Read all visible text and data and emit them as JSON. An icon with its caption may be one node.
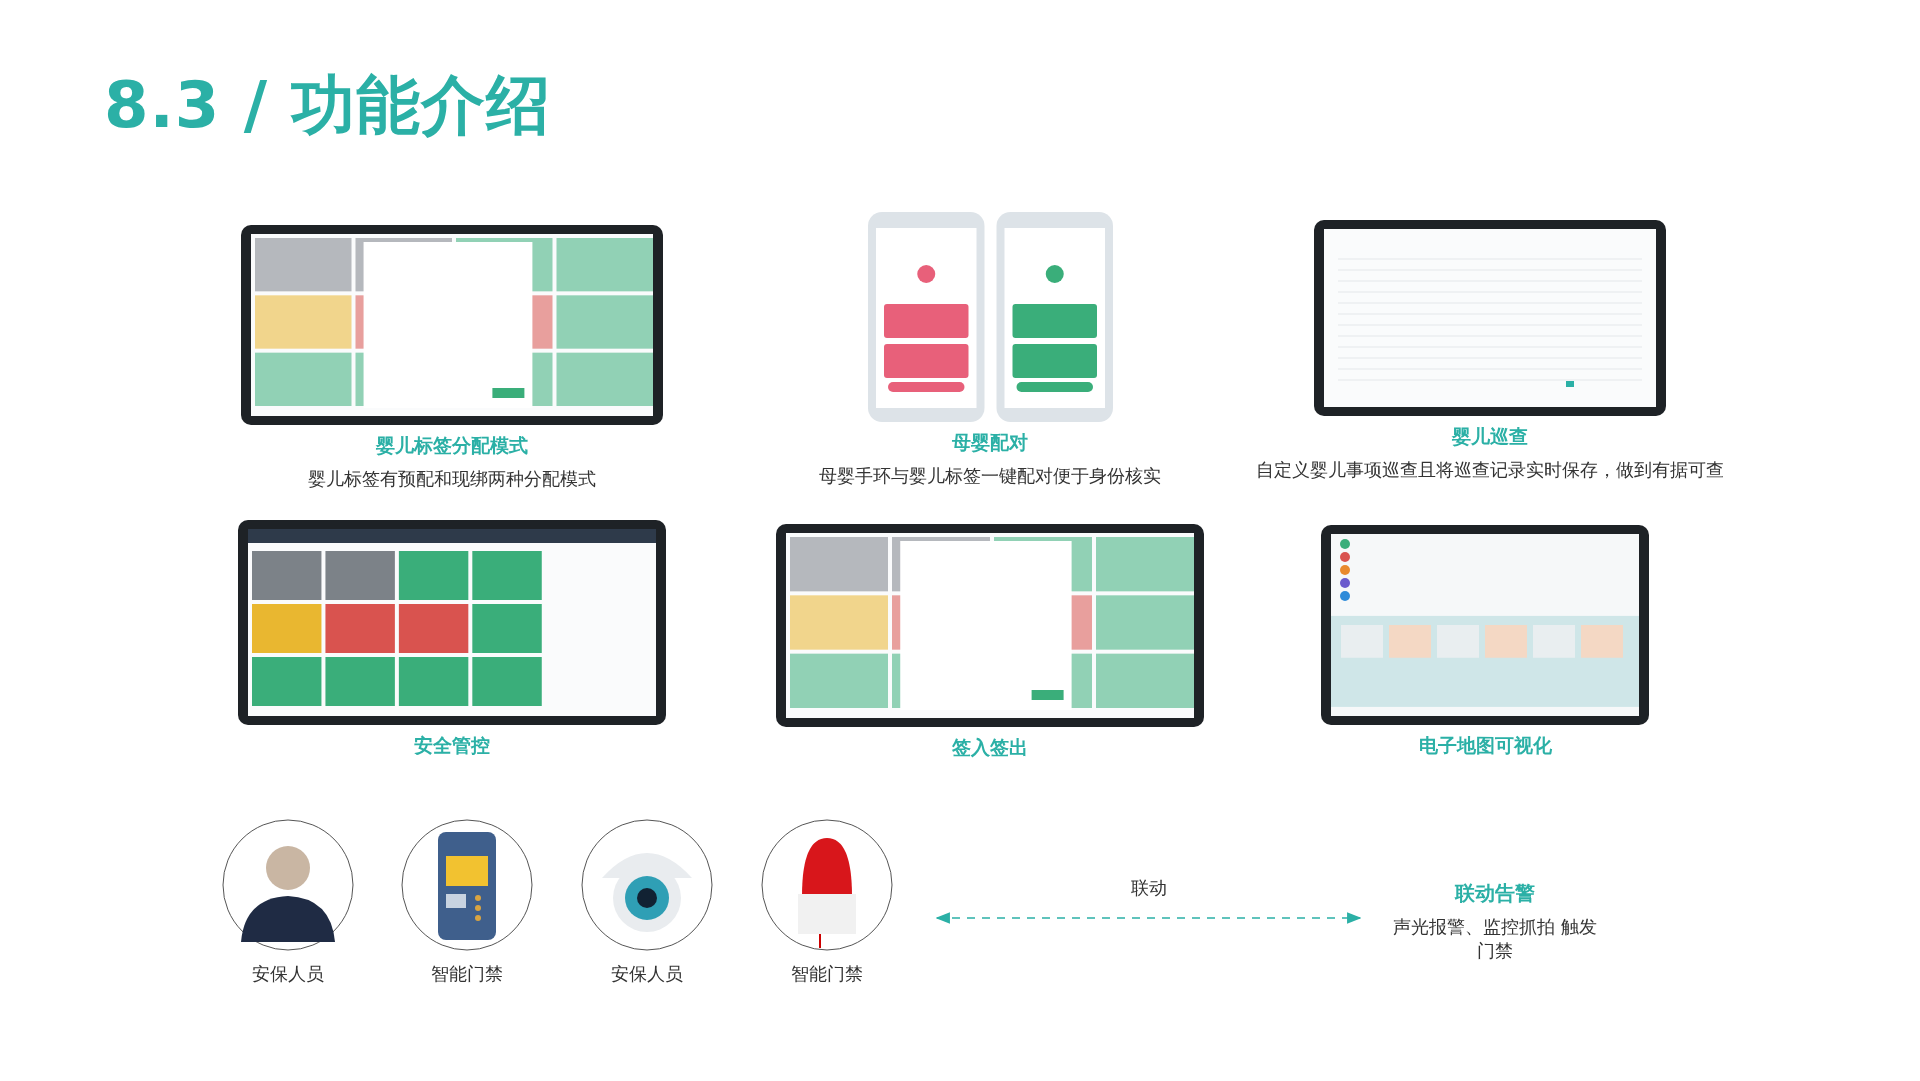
{
  "diagram": {
    "title": "8.3 / 功能介绍",
    "nodes": [
      {
        "text": [
          "婴儿标签分配模式",
          "婴儿标签有预配和现绑两种分配模式"
        ]
      },
      {
        "text": [
          "母婴配对",
          "母婴手环与婴儿标签一键配对便于身份核实"
        ]
      },
      {
        "text": [
          "婴儿巡查",
          "自定义婴儿事项巡查且将巡查记录实时保存，做到有据可查"
        ]
      },
      {
        "text": [
          "安全管控"
        ]
      },
      {
        "text": [
          "签入签出"
        ]
      },
      {
        "text": [
          "电子地图可视化"
        ]
      },
      {
        "text": [
          "安保人员"
        ]
      },
      {
        "text": [
          "智能门禁"
        ]
      },
      {
        "text": [
          "安保人员"
        ]
      },
      {
        "text": [
          "智能门禁"
        ]
      },
      {
        "text": [
          "联动告警",
          "声光报警、监控抓拍 触发门禁"
        ]
      }
    ],
    "edges": [
      {
        "from": 9,
        "to": 10,
        "arrow": "both",
        "style": "dashed",
        "label": "联动"
      }
    ]
  }
}
